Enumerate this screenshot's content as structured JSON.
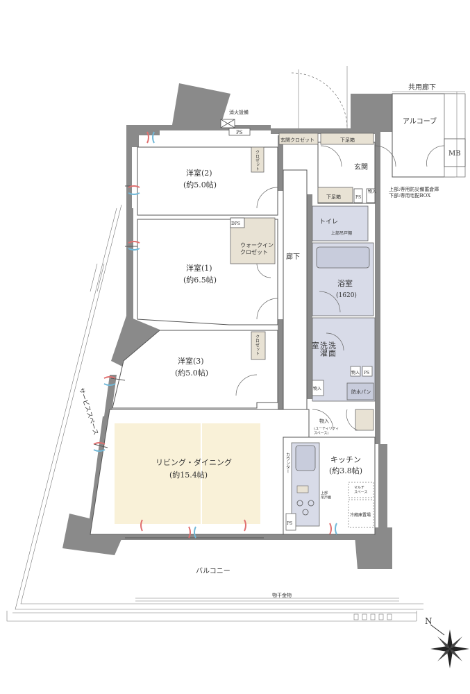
{
  "labels": {
    "shared_corridor": "共用廊下",
    "alcove": "アルコーブ",
    "mb": "MB",
    "fire_equipment": "消火設備",
    "ps_top": "PS",
    "entrance_closet": "玄関クロゼット",
    "shoe_cabinet_top": "下足箱",
    "entrance": "玄関",
    "shoe_cabinet_bottom": "下足箱",
    "ps_entrance": "PS",
    "storage_entrance": "物入",
    "storage_note": "上部:専用防災備蓄倉庫\n下部:専用宅配BOX",
    "bedroom2": "洋室(2)",
    "bedroom2_size": "(約5.0帖)",
    "closet_bedroom2": "クロゼット",
    "dps": "DPS",
    "walkin": "ウォークイン\nクロゼット",
    "bedroom1": "洋室(1)",
    "bedroom1_size": "(約6.5帖)",
    "hallway": "廊下",
    "toilet": "トイレ",
    "toilet_cabinet": "上部吊戸棚",
    "bath": "浴室",
    "bath_size": "(1620)",
    "bedroom3": "洋室(3)",
    "bedroom3_size": "(約5.0帖)",
    "closet_bedroom3": "クロゼット",
    "washroom": "洗面\n洗濯\n室",
    "storage_wash": "物入",
    "ps_wash": "PS",
    "storage_left": "物入",
    "waterproof_pan": "防水パン",
    "service_space": "サービススペース",
    "storage_utility": "物入",
    "utility_space": "(ユーティリティ\nスペース)",
    "counter": "カウンター",
    "kitchen": "キッチン",
    "kitchen_size": "(約3.8帖)",
    "multi_space": "マルチ\nスペース",
    "kitchen_cabinet": "上部\n吊戸棚",
    "fridge": "冷蔵庫置場",
    "ps_kitchen": "PS",
    "living": "リビング・ダイニング",
    "living_size": "(約15.4帖)",
    "balcony": "バルコニー",
    "laundry_rail": "物干金物",
    "north": "N"
  }
}
